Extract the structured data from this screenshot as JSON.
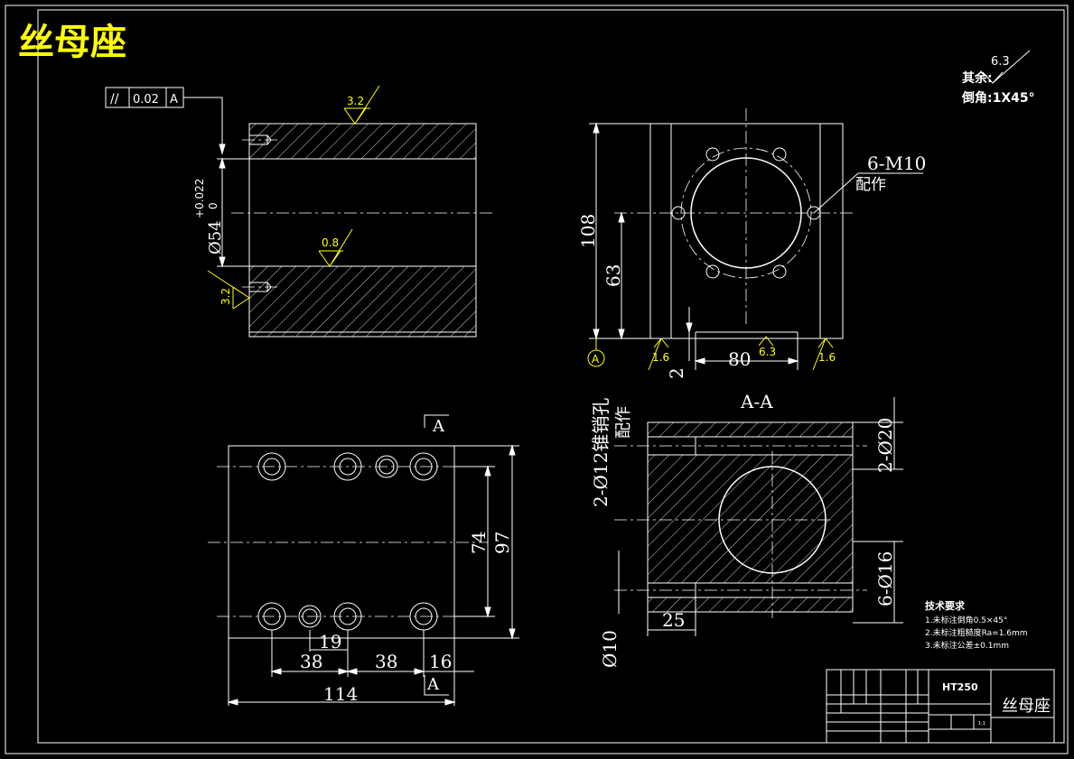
{
  "title": "丝母座",
  "notes": {
    "roughness_other_value": "6.3",
    "roughness_other_label": "其余:",
    "chamfer": "倒角:1X45°"
  },
  "tolerance_frame": {
    "symbol": "//",
    "value": "0.02",
    "datum": "A"
  },
  "front_view": {
    "roughness_top": "3.2",
    "roughness_mid": "0.8",
    "roughness_left": "3.2",
    "diameter": "Ø54",
    "tol_upper": "+0.022",
    "tol_lower": "0"
  },
  "side_view": {
    "thread_note": "6-M10",
    "thread_sub": "配作",
    "dim_height": "108",
    "dim_center": "63",
    "dim_base": "80",
    "dim_step": "2",
    "rough_a": "1.6",
    "rough_b": "6.3",
    "rough_c": "1.6",
    "datum": "A"
  },
  "top_view": {
    "section_label_top": "A",
    "section_label_bottom": "A",
    "dim_74": "74",
    "dim_97": "97",
    "dim_19": "19",
    "dim_38a": "38",
    "dim_38b": "38",
    "dim_16": "16",
    "dim_114": "114"
  },
  "section_view": {
    "label": "A-A",
    "pin_note": "2-Ø12锥销孔",
    "pin_sub": "配作",
    "dim_2x20": "2-Ø20",
    "dim_6x16": "6-Ø16",
    "dim_25": "25",
    "dim_10": "Ø10"
  },
  "tech_requirements": {
    "heading": "技术要求",
    "items": [
      "1.未标注倒角0.5×45°",
      "2.未标注粗糙度Ra=1.6mm",
      "3.未标注公差±0.1mm"
    ]
  },
  "title_block": {
    "material": "HT250",
    "part_name": "丝母座",
    "scale": "1:1"
  }
}
